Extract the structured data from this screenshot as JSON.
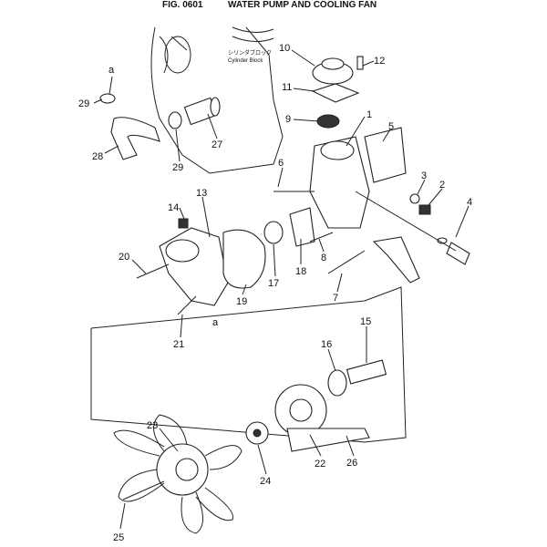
{
  "figure": {
    "number": "FIG. 0601",
    "title": "WATER PUMP AND COOLING FAN"
  },
  "cylinder_block": {
    "jp": "シリンダブロック",
    "en": "Cylinder Block"
  },
  "callouts": [
    "1",
    "2",
    "3",
    "4",
    "5",
    "6",
    "7",
    "8",
    "9",
    "10",
    "11",
    "12",
    "13",
    "14",
    "15",
    "16",
    "17",
    "18",
    "19",
    "20",
    "21",
    "22",
    "23",
    "24",
    "25",
    "26",
    "27",
    "28",
    "29",
    "29",
    "a",
    "a"
  ]
}
